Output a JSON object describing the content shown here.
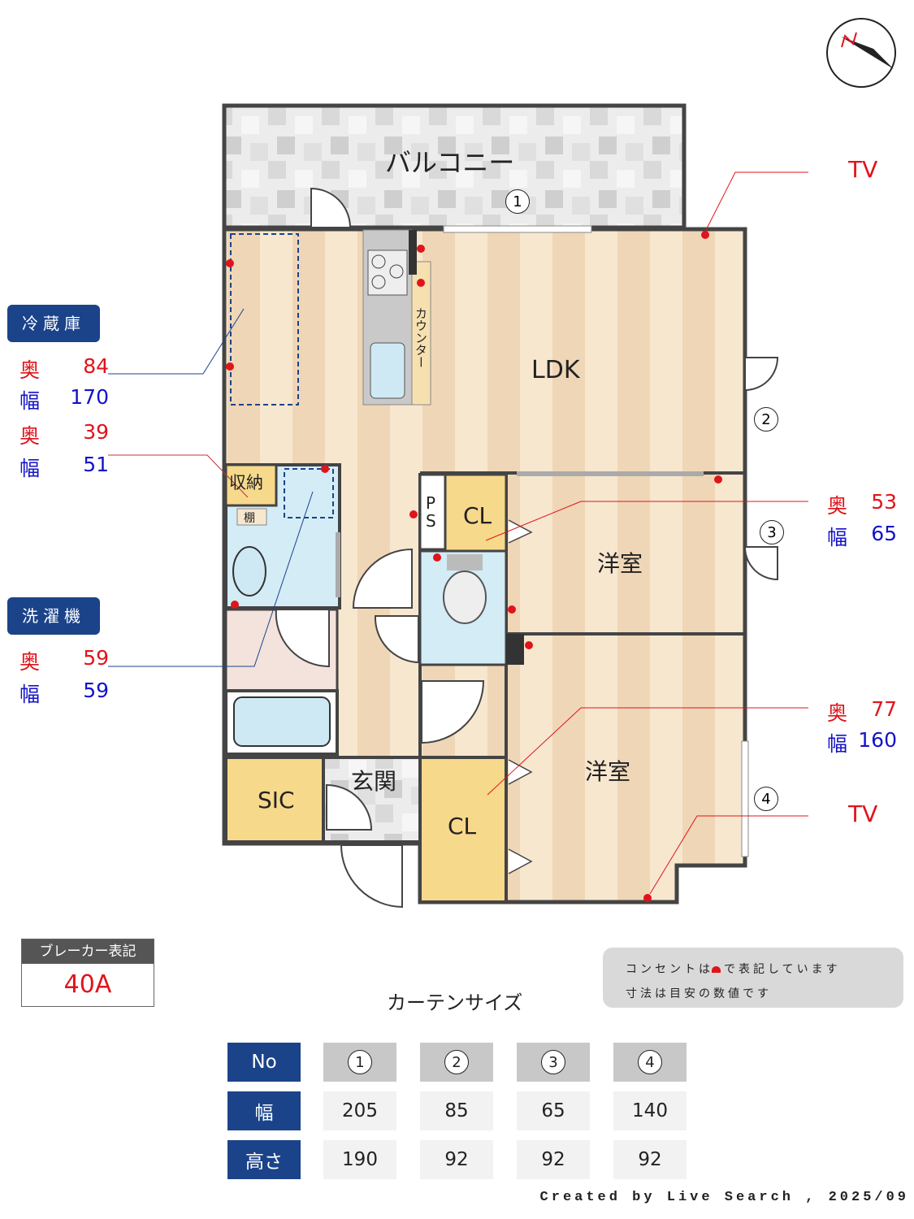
{
  "rooms": {
    "balcony": "バルコニー",
    "ldk": "LDK",
    "counter": "カウンター",
    "storage": "収納",
    "shelf": "棚",
    "ps": "PS",
    "closet1": "CL",
    "western1": "洋室",
    "western2": "洋室",
    "closet2": "CL",
    "sic": "SIC",
    "entrance": "玄関"
  },
  "windows": [
    "1",
    "2",
    "3",
    "4"
  ],
  "tv_labels": [
    "TV",
    "TV"
  ],
  "callouts": {
    "fridge": {
      "title": "冷蔵庫",
      "depth_label": "奥",
      "depth": "84",
      "width_label": "幅",
      "width": "170"
    },
    "storage": {
      "depth_label": "奥",
      "depth": "39",
      "width_label": "幅",
      "width": "51"
    },
    "washer": {
      "title": "洗濯機",
      "depth_label": "奥",
      "depth": "59",
      "width_label": "幅",
      "width": "59"
    },
    "closet1": {
      "depth_label": "奥",
      "depth": "53",
      "width_label": "幅",
      "width": "65"
    },
    "closet2": {
      "depth_label": "奥",
      "depth": "77",
      "width_label": "幅",
      "width": "160"
    }
  },
  "breaker": {
    "title": "ブレーカー表記",
    "value": "40A"
  },
  "note": {
    "line1_a": "コンセントは",
    "line1_b": "で表記しています",
    "line2": "寸法は目安の数値です"
  },
  "curtain": {
    "title": "カーテンサイズ",
    "row_headers": [
      "No",
      "幅",
      "高さ"
    ],
    "numbers": [
      "1",
      "2",
      "3",
      "4"
    ],
    "widths": [
      "205",
      "85",
      "65",
      "140"
    ],
    "heights": [
      "190",
      "92",
      "92",
      "92"
    ]
  },
  "footer": "Created by Live Search , 2025/09",
  "colors": {
    "navy": "#1b438a",
    "outlet": "#e0141b",
    "wall": "#444444",
    "floor_light": "#f7e7cf",
    "floor_dark": "#efd6b6",
    "wet": "#d3ecf6",
    "closet": "#f7d98c"
  }
}
